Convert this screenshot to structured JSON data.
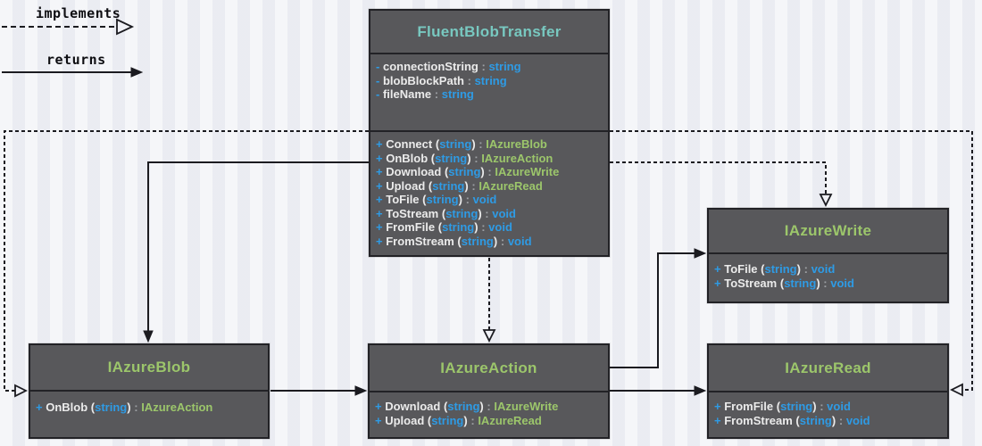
{
  "legend": {
    "implements_label": "implements",
    "returns_label": "returns"
  },
  "colors": {
    "page_background": "#F0F1F6",
    "box_background": "#58585B",
    "box_border": "#222226",
    "class_title": "#78C8C0",
    "interface_title": "#9CC66B",
    "type_blue": "#2E9BE5",
    "member_white": "#EBEBEB",
    "punctuation_gray": "#9DA0A4",
    "connector": "#1B1B20"
  },
  "classes": [
    {
      "title": "FluentBlobTransfer",
      "title_color": "teal",
      "attributes": [
        {
          "vis": "-",
          "name": "connectionString",
          "type": "string"
        },
        {
          "vis": "-",
          "name": "blobBlockPath",
          "type": "string"
        },
        {
          "vis": "-",
          "name": "fileName",
          "type": "string"
        }
      ],
      "methods": [
        {
          "vis": "+",
          "name": "Connect",
          "param": "string",
          "ret": "IAzureBlob",
          "ret_color": "green"
        },
        {
          "vis": "+",
          "name": "OnBlob",
          "param": "string",
          "ret": "IAzureAction",
          "ret_color": "green"
        },
        {
          "vis": "+",
          "name": "Download",
          "param": "string",
          "ret": "IAzureWrite",
          "ret_color": "green"
        },
        {
          "vis": "+",
          "name": "Upload",
          "param": "string",
          "ret": "IAzureRead",
          "ret_color": "green"
        },
        {
          "vis": "+",
          "name": "ToFile",
          "param": "string",
          "ret": "void",
          "ret_color": "blue"
        },
        {
          "vis": "+",
          "name": "ToStream",
          "param": "string",
          "ret": "void",
          "ret_color": "blue"
        },
        {
          "vis": "+",
          "name": "FromFile",
          "param": "string",
          "ret": "void",
          "ret_color": "blue"
        },
        {
          "vis": "+",
          "name": "FromStream",
          "param": "string",
          "ret": "void",
          "ret_color": "blue"
        }
      ]
    },
    {
      "title": "IAzureBlob",
      "title_color": "green",
      "methods": [
        {
          "vis": "+",
          "name": "OnBlob",
          "param": "string",
          "ret": "IAzureAction",
          "ret_color": "green"
        }
      ]
    },
    {
      "title": "IAzureAction",
      "title_color": "green",
      "methods": [
        {
          "vis": "+",
          "name": "Download",
          "param": "string",
          "ret": "IAzureWrite",
          "ret_color": "green"
        },
        {
          "vis": "+",
          "name": "Upload",
          "param": "string",
          "ret": "IAzureRead",
          "ret_color": "green"
        }
      ]
    },
    {
      "title": "IAzureWrite",
      "title_color": "green",
      "methods": [
        {
          "vis": "+",
          "name": "ToFile",
          "param": "string",
          "ret": "void",
          "ret_color": "blue"
        },
        {
          "vis": "+",
          "name": "ToStream",
          "param": "string",
          "ret": "void",
          "ret_color": "blue"
        }
      ]
    },
    {
      "title": "IAzureRead",
      "title_color": "green",
      "methods": [
        {
          "vis": "+",
          "name": "FromFile",
          "param": "string",
          "ret": "void",
          "ret_color": "blue"
        },
        {
          "vis": "+",
          "name": "FromStream",
          "param": "string",
          "ret": "void",
          "ret_color": "blue"
        }
      ]
    }
  ],
  "edges": [
    {
      "type": "implements",
      "from": "FluentBlobTransfer",
      "to": "IAzureBlob"
    },
    {
      "type": "implements",
      "from": "FluentBlobTransfer",
      "to": "IAzureAction"
    },
    {
      "type": "implements",
      "from": "FluentBlobTransfer",
      "to": "IAzureWrite"
    },
    {
      "type": "implements",
      "from": "FluentBlobTransfer",
      "to": "IAzureRead"
    },
    {
      "type": "returns",
      "from": "FluentBlobTransfer.Connect",
      "to": "IAzureBlob"
    },
    {
      "type": "returns",
      "from": "IAzureBlob.OnBlob",
      "to": "IAzureAction"
    },
    {
      "type": "returns",
      "from": "IAzureAction.Download",
      "to": "IAzureWrite"
    },
    {
      "type": "returns",
      "from": "IAzureAction.Upload",
      "to": "IAzureRead"
    }
  ]
}
